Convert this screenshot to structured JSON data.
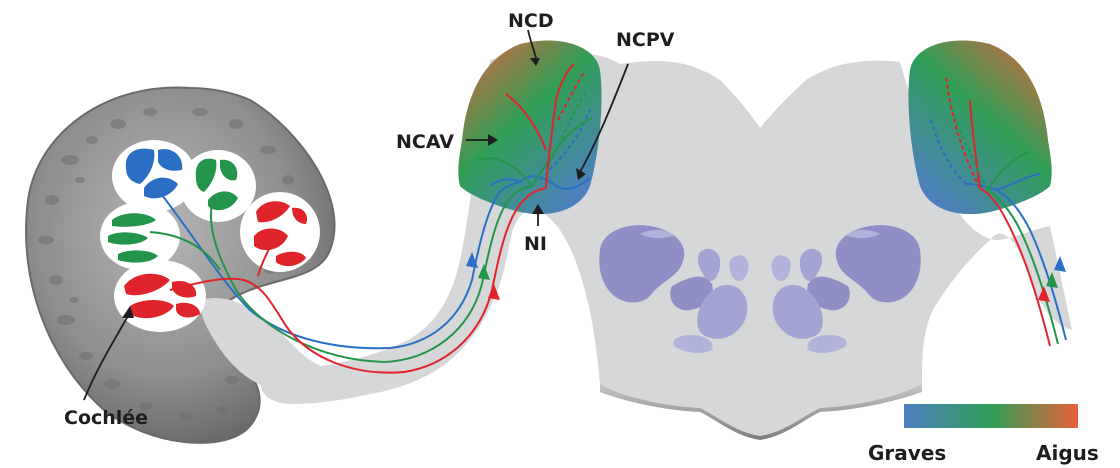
{
  "labels": {
    "ncd": "NCD",
    "ncpv": "NCPV",
    "ncav": "NCAV",
    "ni": "NI",
    "cochlea": "Cochlée"
  },
  "legend": {
    "low": "Graves",
    "high": "Aigus",
    "gradient_colors": [
      "#4f7fc2",
      "#2f9e55",
      "#e8603c"
    ]
  },
  "pathway_colors": {
    "low": "#2a6fc4",
    "mid": "#23954a",
    "high": "#e0242b"
  },
  "structure_colors": {
    "cochlea_bone": "#8c8c8c",
    "brainstem": "#d6d7d9",
    "nuclei": "#8f8fc6"
  }
}
